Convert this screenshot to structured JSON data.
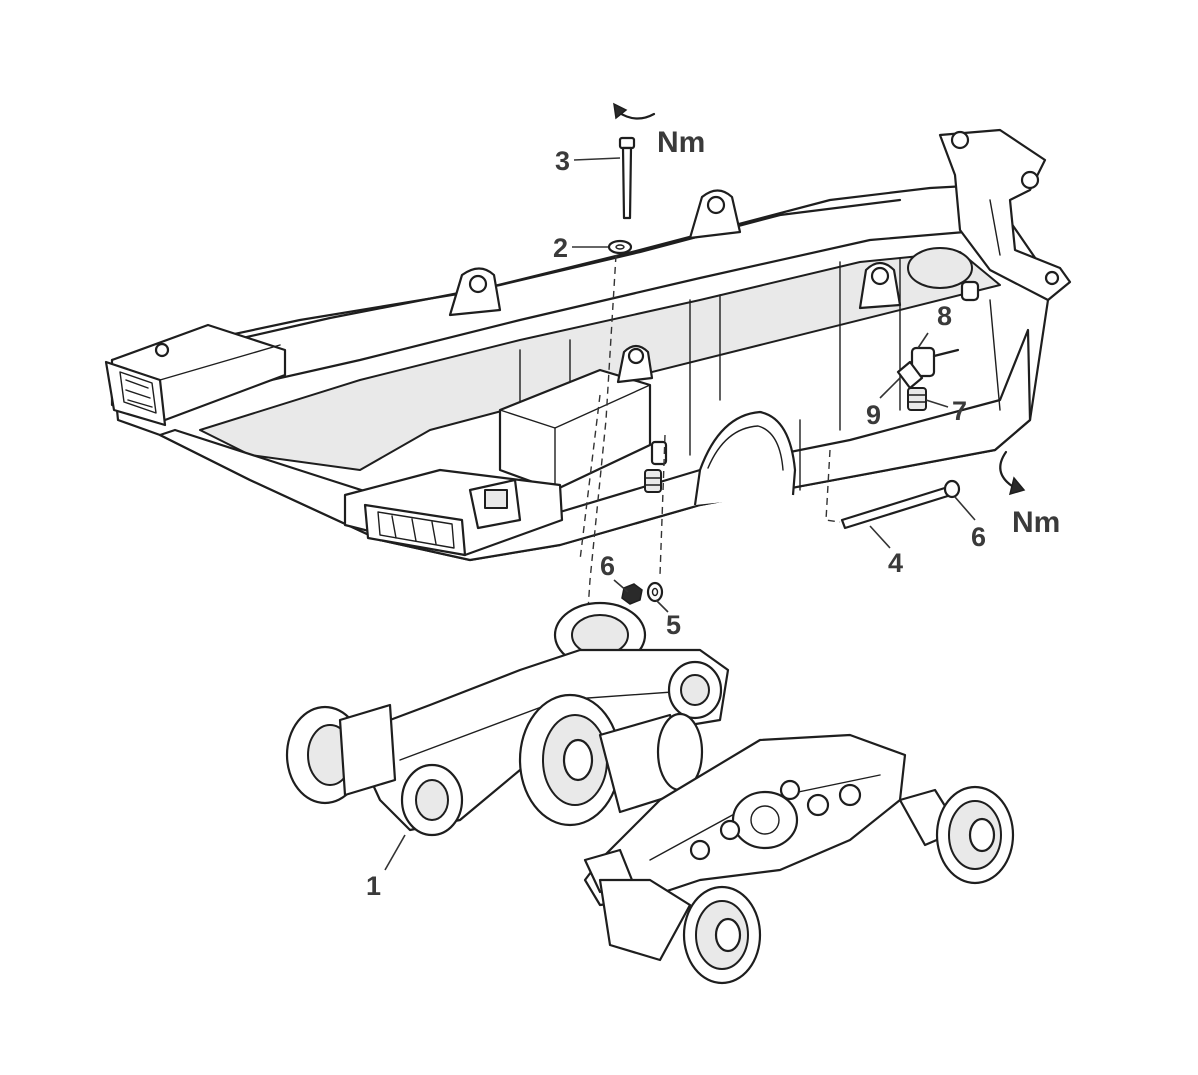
{
  "callouts": {
    "c1": "1",
    "c2": "2",
    "c3": "3",
    "c4": "4",
    "c5": "5",
    "c6a": "6",
    "c6b": "6",
    "c7": "7",
    "c8": "8",
    "c9": "9"
  },
  "torque": {
    "unit_top": "Nm",
    "unit_right": "Nm"
  },
  "icons": [
    "tighten-arrow-icon",
    "tighten-arrow-icon"
  ],
  "colors": {
    "line": "#1e1e1e",
    "label": "#3a3a3a",
    "background": "#ffffff"
  }
}
